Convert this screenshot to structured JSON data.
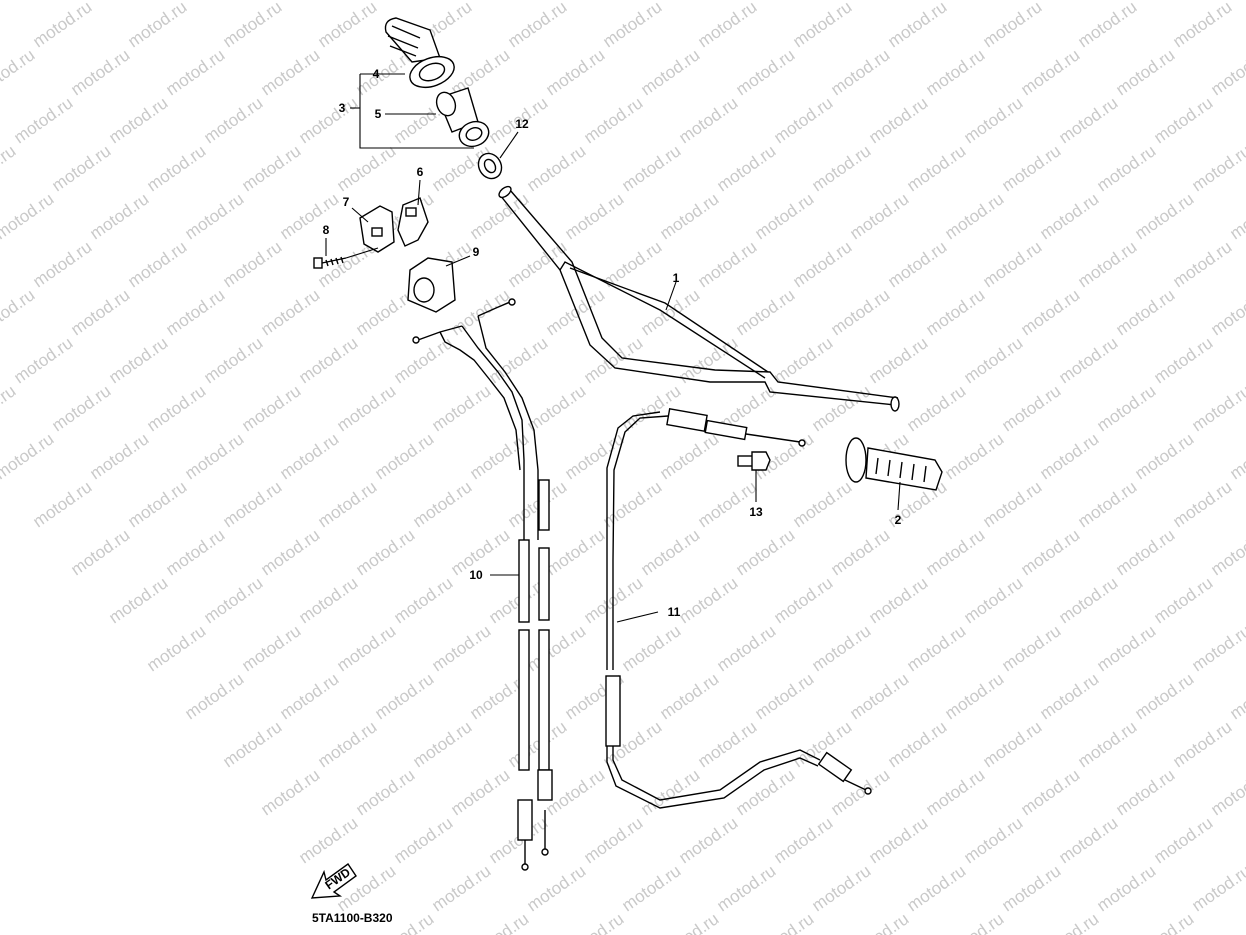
{
  "watermark": {
    "text": "motod.ru"
  },
  "diagram_code": "5TA1100-B320",
  "fwd_label": "FWD",
  "callouts": {
    "c1": "1",
    "c2": "2",
    "c3": "3",
    "c4": "4",
    "c5": "5",
    "c6": "6",
    "c7": "7",
    "c8": "8",
    "c9": "9",
    "c10": "10",
    "c11": "11",
    "c12": "12",
    "c13": "13"
  }
}
